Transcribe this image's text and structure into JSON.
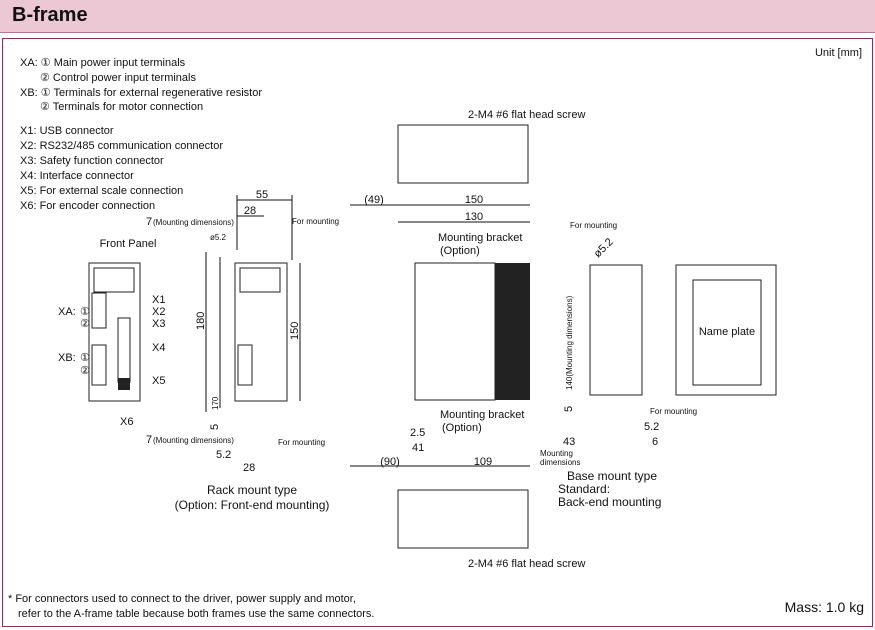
{
  "header": {
    "title": "B-frame"
  },
  "unit": "Unit [mm]",
  "legend": {
    "xa1": "XA: ① Main power input terminals",
    "xa2": "② Control power input terminals",
    "xb1": "XB: ① Terminals for external regenerative resistor",
    "xb2": "② Terminals for motor connection",
    "x1": "X1: USB connector",
    "x2": "X2: RS232/485 communication connector",
    "x3": "X3: Safety function connector",
    "x4": "X4: Interface connector",
    "x5": "X5: For external scale connection",
    "x6": "X6: For encoder connection"
  },
  "front": {
    "title": "Front Panel",
    "xa": "XA:",
    "xb": "XB:",
    "c1": "①",
    "c2": "②",
    "x1": "X1",
    "x2": "X2",
    "x3": "X3",
    "x4": "X4",
    "x5": "X5",
    "x6": "X6"
  },
  "rack": {
    "d55": "55",
    "d28": "28",
    "d7": "7",
    "mount_dim": "(Mounting dimensions)",
    "for_mounting": "For mounting",
    "phi": "ø5.2",
    "d180": "180",
    "d170": "170",
    "d150": "150",
    "d5": "5",
    "d52": "5.2",
    "d28b": "28",
    "title": "Rack mount type",
    "subtitle": "(Option: Front-end mounting)"
  },
  "side": {
    "d49": "(49)",
    "d150": "150",
    "d130": "130",
    "bracket": "Mounting bracket",
    "option": "(Option)",
    "d25": "2.5",
    "d41": "41",
    "d90": "(90)",
    "d109": "109",
    "screw": "2-M4  #6 flat head screw"
  },
  "base": {
    "for_mounting": "For mounting",
    "phi": "ø5.2",
    "d140": "140(Mounting dimensions)",
    "d5": "5",
    "d52": "5.2",
    "d43": "43",
    "d6": "6",
    "mount_dim1": "Mounting",
    "mount_dim2": "dimensions",
    "title": "Base mount type",
    "std": "Standard:",
    "back": "Back-end mounting",
    "nameplate": "Name plate"
  },
  "footer": {
    "note1": "* For connectors used to connect to the driver, power supply and motor,",
    "note2": "refer to the A-frame table because both frames use the same connectors.",
    "mass": "Mass: 1.0 kg"
  }
}
